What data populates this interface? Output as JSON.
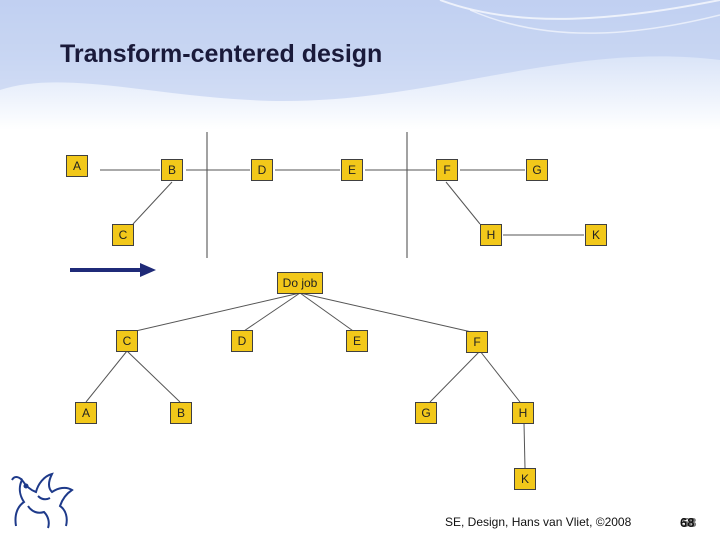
{
  "slide": {
    "title": "Transform-centered design",
    "footer": "SE, Design, Hans van Vliet, ©2008",
    "page_number": "68",
    "page_number_ghost": "58"
  },
  "dfd": {
    "nodes": [
      "A",
      "B",
      "C",
      "D",
      "E",
      "F",
      "G",
      "H",
      "K"
    ]
  },
  "tree": {
    "root": "Do job",
    "level1": [
      "C",
      "D",
      "E",
      "F"
    ],
    "level2": [
      "A",
      "B",
      "G",
      "H"
    ],
    "level3": [
      "K"
    ]
  },
  "colors": {
    "node_fill": "#f2c81a",
    "node_border": "#404040",
    "arrow": "#1f2a78"
  },
  "icons": [
    "transform-arrow-icon",
    "griffin-logo-icon"
  ]
}
